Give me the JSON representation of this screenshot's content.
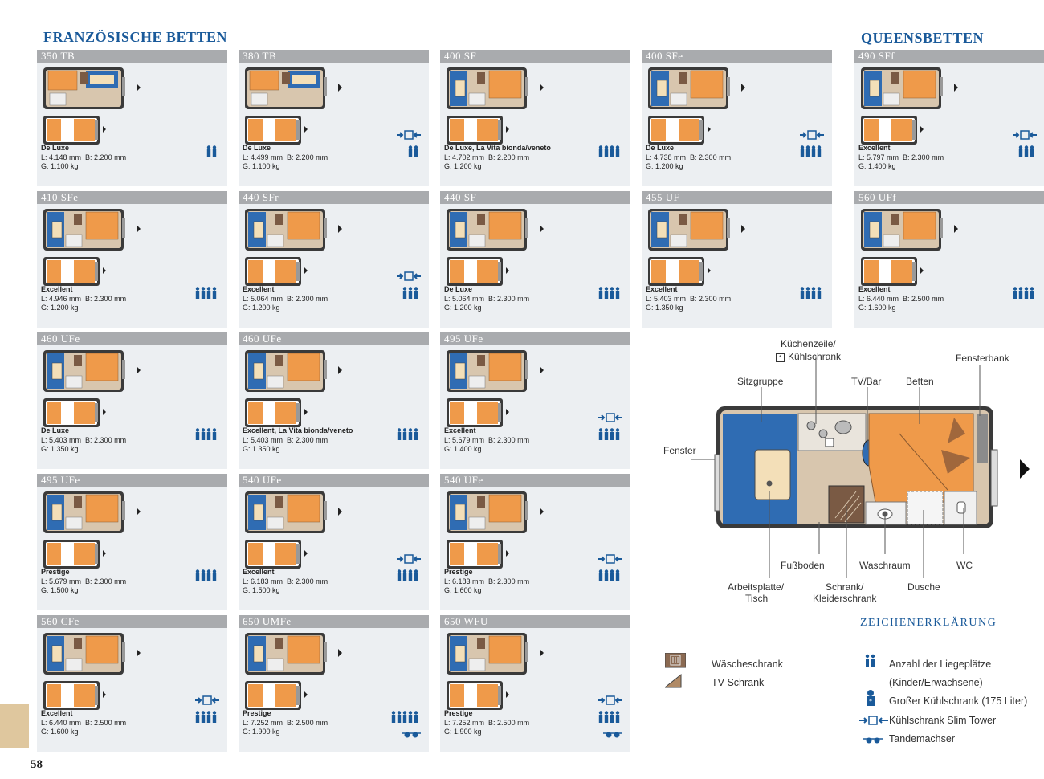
{
  "section_french": "FRANZÖSISCHE BETTEN",
  "section_queen": "QUEENSBETTEN",
  "colors": {
    "blue": "#2f6cb3",
    "orange": "#ef9a4a",
    "wood": "#b08a66",
    "brown": "#7a5a44",
    "grey": "#a9abae",
    "accent": "#1a5a9a"
  },
  "models": [
    {
      "name": "350 TB",
      "equip": "De Luxe",
      "length": "L: 4.148 mm",
      "width": "B: 2.200 mm",
      "weight": "G: 1.100 kg",
      "persons": 2,
      "slim": false,
      "tandem": false
    },
    {
      "name": "380 TB",
      "equip": "De Luxe",
      "length": "L: 4.499 mm",
      "width": "B: 2.200 mm",
      "weight": "G: 1.100 kg",
      "persons": 2,
      "slim": true,
      "tandem": false
    },
    {
      "name": "400 SF",
      "equip": "De Luxe, La Vita bionda/veneto",
      "length": "L: 4.702 mm",
      "width": "B: 2.200 mm",
      "weight": "G: 1.200 kg",
      "persons": 4,
      "slim": false,
      "tandem": false
    },
    {
      "name": "400 SFe",
      "equip": "De Luxe",
      "length": "L: 4.738 mm",
      "width": "B: 2.300 mm",
      "weight": "G: 1.200 kg",
      "persons": 4,
      "slim": true,
      "tandem": false
    },
    {
      "name": "490 SFf",
      "equip": "Excellent",
      "length": "L: 5.797 mm",
      "width": "B: 2.300 mm",
      "weight": "G: 1.400 kg",
      "persons": 3,
      "slim": true,
      "tandem": false
    },
    {
      "name": "410 SFe",
      "equip": "Excellent",
      "length": "L: 4.946 mm",
      "width": "B: 2.300 mm",
      "weight": "G: 1.200 kg",
      "persons": 4,
      "slim": false,
      "tandem": false
    },
    {
      "name": "440 SFr",
      "equip": "Excellent",
      "length": "L: 5.064 mm",
      "width": "B: 2.300 mm",
      "weight": "G: 1.200 kg",
      "persons": 3,
      "slim": true,
      "tandem": false
    },
    {
      "name": "440 SF",
      "equip": "De Luxe",
      "length": "L: 5.064 mm",
      "width": "B: 2.300 mm",
      "weight": "G: 1.200 kg",
      "persons": 4,
      "slim": false,
      "tandem": false
    },
    {
      "name": "455 UF",
      "equip": "Excellent",
      "length": "L: 5.403 mm",
      "width": "B: 2.300 mm",
      "weight": "G: 1.350 kg",
      "persons": 4,
      "slim": false,
      "tandem": false
    },
    {
      "name": "560 UFf",
      "equip": "Excellent",
      "length": "L: 6.440 mm",
      "width": "B: 2.500 mm",
      "weight": "G: 1.600 kg",
      "persons": 4,
      "slim": false,
      "tandem": false
    },
    {
      "name": "460 UFe",
      "equip": "De Luxe",
      "length": "L: 5.403 mm",
      "width": "B: 2.300 mm",
      "weight": "G: 1.350 kg",
      "persons": 4,
      "slim": false,
      "tandem": false
    },
    {
      "name": "460 UFe",
      "equip": "Excellent, La Vita bionda/veneto",
      "length": "L: 5.403 mm",
      "width": "B: 2.300 mm",
      "weight": "G: 1.350 kg",
      "persons": 4,
      "slim": false,
      "tandem": false
    },
    {
      "name": "495 UFe",
      "equip": "Excellent",
      "length": "L: 5.679 mm",
      "width": "B: 2.300 mm",
      "weight": "G: 1.400 kg",
      "persons": 4,
      "slim": true,
      "tandem": false
    },
    {
      "name": "495 UFe",
      "equip": "Prestige",
      "length": "L: 5.679 mm",
      "width": "B: 2.300 mm",
      "weight": "G: 1.500 kg",
      "persons": 4,
      "slim": false,
      "tandem": false
    },
    {
      "name": "540 UFe",
      "equip": "Excellent",
      "length": "L: 6.183 mm",
      "width": "B: 2.300 mm",
      "weight": "G: 1.500 kg",
      "persons": 4,
      "slim": true,
      "tandem": false
    },
    {
      "name": "540 UFe",
      "equip": "Prestige",
      "length": "L: 6.183 mm",
      "width": "B: 2.300 mm",
      "weight": "G: 1.600 kg",
      "persons": 4,
      "slim": true,
      "tandem": false
    },
    {
      "name": "560 CFe",
      "equip": "Excellent",
      "length": "L: 6.440 mm",
      "width": "B: 2.500 mm",
      "weight": "G: 1.600 kg",
      "persons": 4,
      "slim": true,
      "tandem": false
    },
    {
      "name": "650 UMFe",
      "equip": "Prestige",
      "length": "L: 7.252 mm",
      "width": "B: 2.500 mm",
      "weight": "G: 1.900 kg",
      "persons": 5,
      "slim": false,
      "tandem": true
    },
    {
      "name": "650 WFU",
      "equip": "Prestige",
      "length": "L: 7.252 mm",
      "width": "B: 2.500 mm",
      "weight": "G: 1.900 kg",
      "persons": 4,
      "slim": true,
      "tandem": true
    }
  ],
  "diagram": {
    "kitchen": "Küchenzeile/",
    "fridge": "Kühlschrank",
    "window_sill": "Fensterbank",
    "seating": "Sitzgruppe",
    "tv_bar": "TV/Bar",
    "beds": "Betten",
    "window": "Fenster",
    "floor": "Fußboden",
    "washroom": "Waschraum",
    "wc": "WC",
    "worktop": "Arbeitsplatte/",
    "table": "Tisch",
    "cupboard": "Schrank/",
    "wardrobe": "Kleiderschrank",
    "shower": "Dusche"
  },
  "legend": {
    "title": "ZEICHENERKLÄRUNG",
    "laundry": "Wäscheschrank",
    "tv_cabinet": "TV-Schrank",
    "berths": "Anzahl der Liegeplätze",
    "berths_sub": "(Kinder/Erwachsene)",
    "big_fridge": "Großer Kühlschrank (175 Liter)",
    "slim_tower": "Kühlschrank Slim Tower",
    "tandem": "Tandemachser"
  },
  "page_number": "58"
}
